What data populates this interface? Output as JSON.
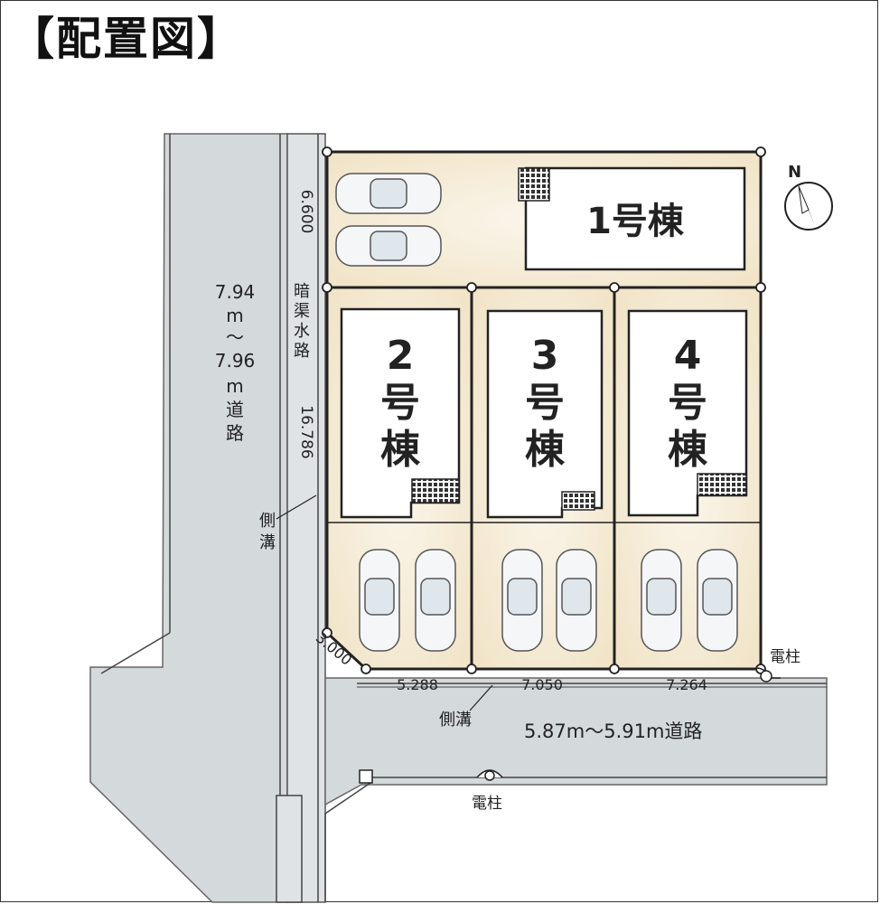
{
  "title": "【配置図】",
  "buildings": {
    "b1": "1号棟",
    "b2_num": "2",
    "b3_num": "3",
    "b4_num": "4",
    "go": "号",
    "to": "棟"
  },
  "roads": {
    "left_road": [
      "7.94",
      "m",
      "～",
      "7.96",
      "m",
      "道",
      "路"
    ],
    "bottom_road": "5.87m～5.91m道路"
  },
  "channel": [
    "暗",
    "渠",
    "水",
    "路"
  ],
  "side_ditch": "側溝",
  "side_ditch_v": [
    "側",
    "溝"
  ],
  "utility_pole": "電柱",
  "dimensions": {
    "d_6600": "6.600",
    "d_16786": "16.786",
    "d_3000": "3.000",
    "d_5288": "5.288",
    "d_7050": "7.050",
    "d_7264": "7.264"
  },
  "compass": "N",
  "colors": {
    "road": "#d4d9dc",
    "lot": "#f6efe0",
    "building": "#ffffff",
    "line": "#222222"
  }
}
